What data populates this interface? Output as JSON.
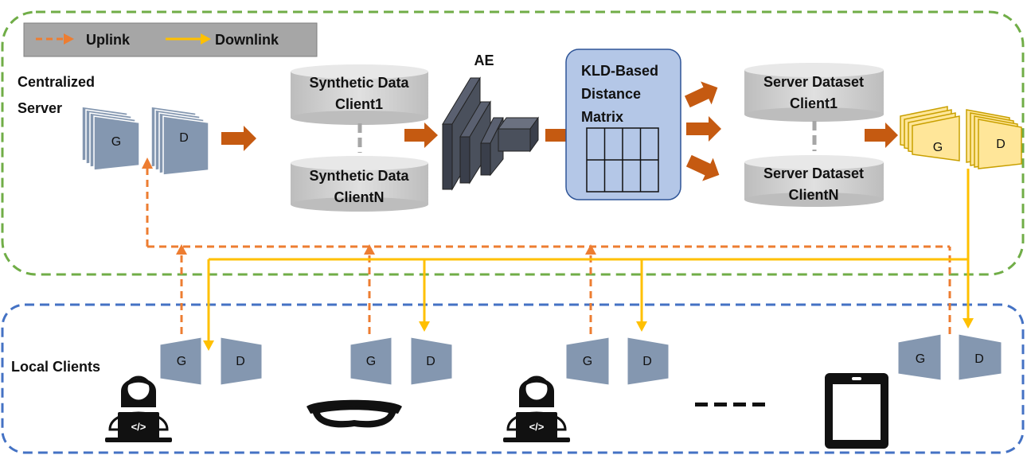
{
  "legend": {
    "uplink": "Uplink",
    "downlink": "Downlink"
  },
  "server": {
    "title_line1": "Centralized",
    "title_line2": "Server"
  },
  "clients_title": "Local Clients",
  "gan": {
    "generator": "G",
    "discriminator": "D"
  },
  "synthetic": {
    "top_line1": "Synthetic Data",
    "top_line2": "Client1",
    "bottom_line1": "Synthetic Data",
    "bottom_line2": "ClientN"
  },
  "ae_label": "AE",
  "kld": {
    "line1": "KLD-Based",
    "line2": "Distance",
    "line3": "Matrix"
  },
  "server_dataset": {
    "top_line1": "Server Dataset",
    "top_line2": "Client1",
    "bottom_line1": "Server Dataset",
    "bottom_line2": "ClientN"
  },
  "colors": {
    "uplink": "#ED7D31",
    "downlink": "#FFC000",
    "server_border": "#70AD47",
    "clients_border": "#4472C4",
    "gan_server": "#8497B0",
    "gan_global": "#FFE699",
    "arrow": "#C55A11",
    "kld_box": "#B4C7E7",
    "cylinder": "#D0D0D0"
  }
}
